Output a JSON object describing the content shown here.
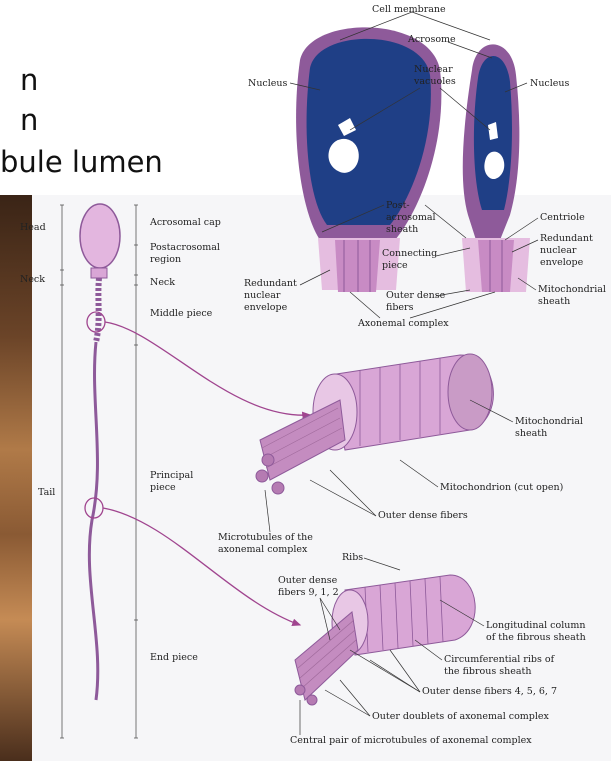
{
  "overlay_text": {
    "line1": "n",
    "line2": "n",
    "line3": "bule lumen"
  },
  "head_labels": {
    "cell_membrane": "Cell membrane",
    "acrosome": "Acrosome",
    "nucleus_left": "Nucleus",
    "nucleus_right": "Nucleus",
    "nuclear_vacuoles_1": "Nuclear",
    "nuclear_vacuoles_2": "vacuoles",
    "post_acrosomal_1": "Post-",
    "post_acrosomal_2": "acrosomal",
    "post_acrosomal_3": "sheath",
    "centriole": "Centriole",
    "redundant_right_1": "Redundant",
    "redundant_right_2": "nuclear",
    "redundant_right_3": "envelope",
    "connecting_1": "Connecting",
    "connecting_2": "piece",
    "redundant_left_1": "Redundant",
    "redundant_left_2": "nuclear",
    "redundant_left_3": "envelope",
    "outer_dense_1": "Outer dense",
    "outer_dense_2": "fibers",
    "mito_sheath_1": "Mitochondrial",
    "mito_sheath_2": "sheath",
    "axonemal_complex": "Axonemal complex"
  },
  "sperm_labels": {
    "head": "Head",
    "neck": "Neck",
    "tail": "Tail",
    "acrosomal_cap": "Acrosomal cap",
    "postacrosomal_1": "Postacrosomal",
    "postacrosomal_2": "region",
    "neck_r": "Neck",
    "middle_piece": "Middle piece",
    "principal_1": "Principal",
    "principal_2": "piece",
    "end_piece": "End piece"
  },
  "midpiece_labels": {
    "mito_sheath_1": "Mitochondrial",
    "mito_sheath_2": "sheath",
    "mito_cut": "Mitochondrion (cut open)",
    "outer_dense": "Outer dense fibers",
    "microtubules_1": "Microtubules of the",
    "microtubules_2": "axonemal complex"
  },
  "principal_labels": {
    "ribs": "Ribs",
    "outer_dense_1": "Outer dense",
    "outer_dense_2": "fibers 9, 1, 2",
    "longitudinal_1": "Longitudinal column",
    "longitudinal_2": "of the fibrous sheath",
    "circumferential_1": "Circumferential ribs of",
    "circumferential_2": "the fibrous sheath",
    "outer_dense_4567": "Outer dense fibers 4, 5, 6, 7",
    "outer_doublets": "Outer doublets of axonemal complex",
    "central_pair": "Central pair of microtubules of axonemal complex"
  },
  "colors": {
    "membrane": "#8e5a9a",
    "nucleus": "#1f3f86",
    "pink": "#d9a6d6",
    "arrow": "#a0458f"
  }
}
